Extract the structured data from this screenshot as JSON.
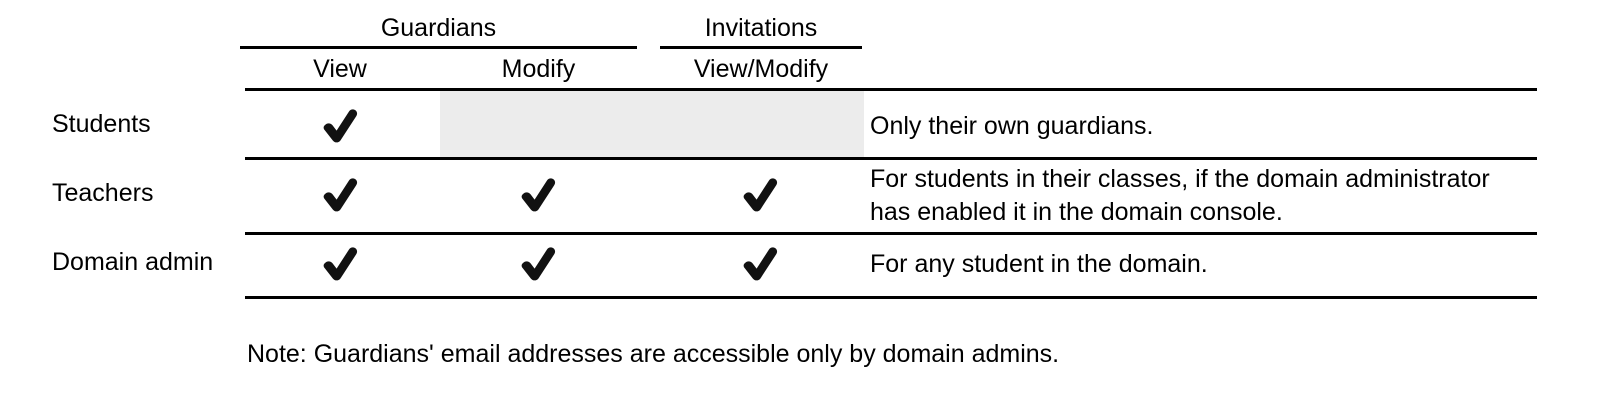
{
  "table": {
    "spanners": [
      {
        "label": "Guardians"
      },
      {
        "label": "Invitations"
      }
    ],
    "columns": [
      {
        "label": ""
      },
      {
        "label": "View"
      },
      {
        "label": "Modify"
      },
      {
        "label": "View/Modify"
      },
      {
        "label": ""
      }
    ],
    "rows": [
      {
        "label": "Students",
        "guardians_view": "✔",
        "guardians_modify": "",
        "invitations_view_modify": "",
        "note": "Only their own guardians."
      },
      {
        "label": "Teachers",
        "guardians_view": "✔",
        "guardians_modify": "✔",
        "invitations_view_modify": "✔",
        "note_line1": "For students in their classes, if the domain administrator",
        "note_line2": "has enabled it in the domain console."
      },
      {
        "label": "Domain admin",
        "guardians_view": "✔",
        "guardians_modify": "✔",
        "invitations_view_modify": "✔",
        "note": "For any student in the domain."
      }
    ]
  },
  "footnote": {
    "text": "Note: Guardians' email addresses are accessible only by domain admins."
  },
  "colors": {
    "rule": "#000000",
    "text": "#000000",
    "disabled_cell": "#ececec",
    "background": "#ffffff"
  }
}
